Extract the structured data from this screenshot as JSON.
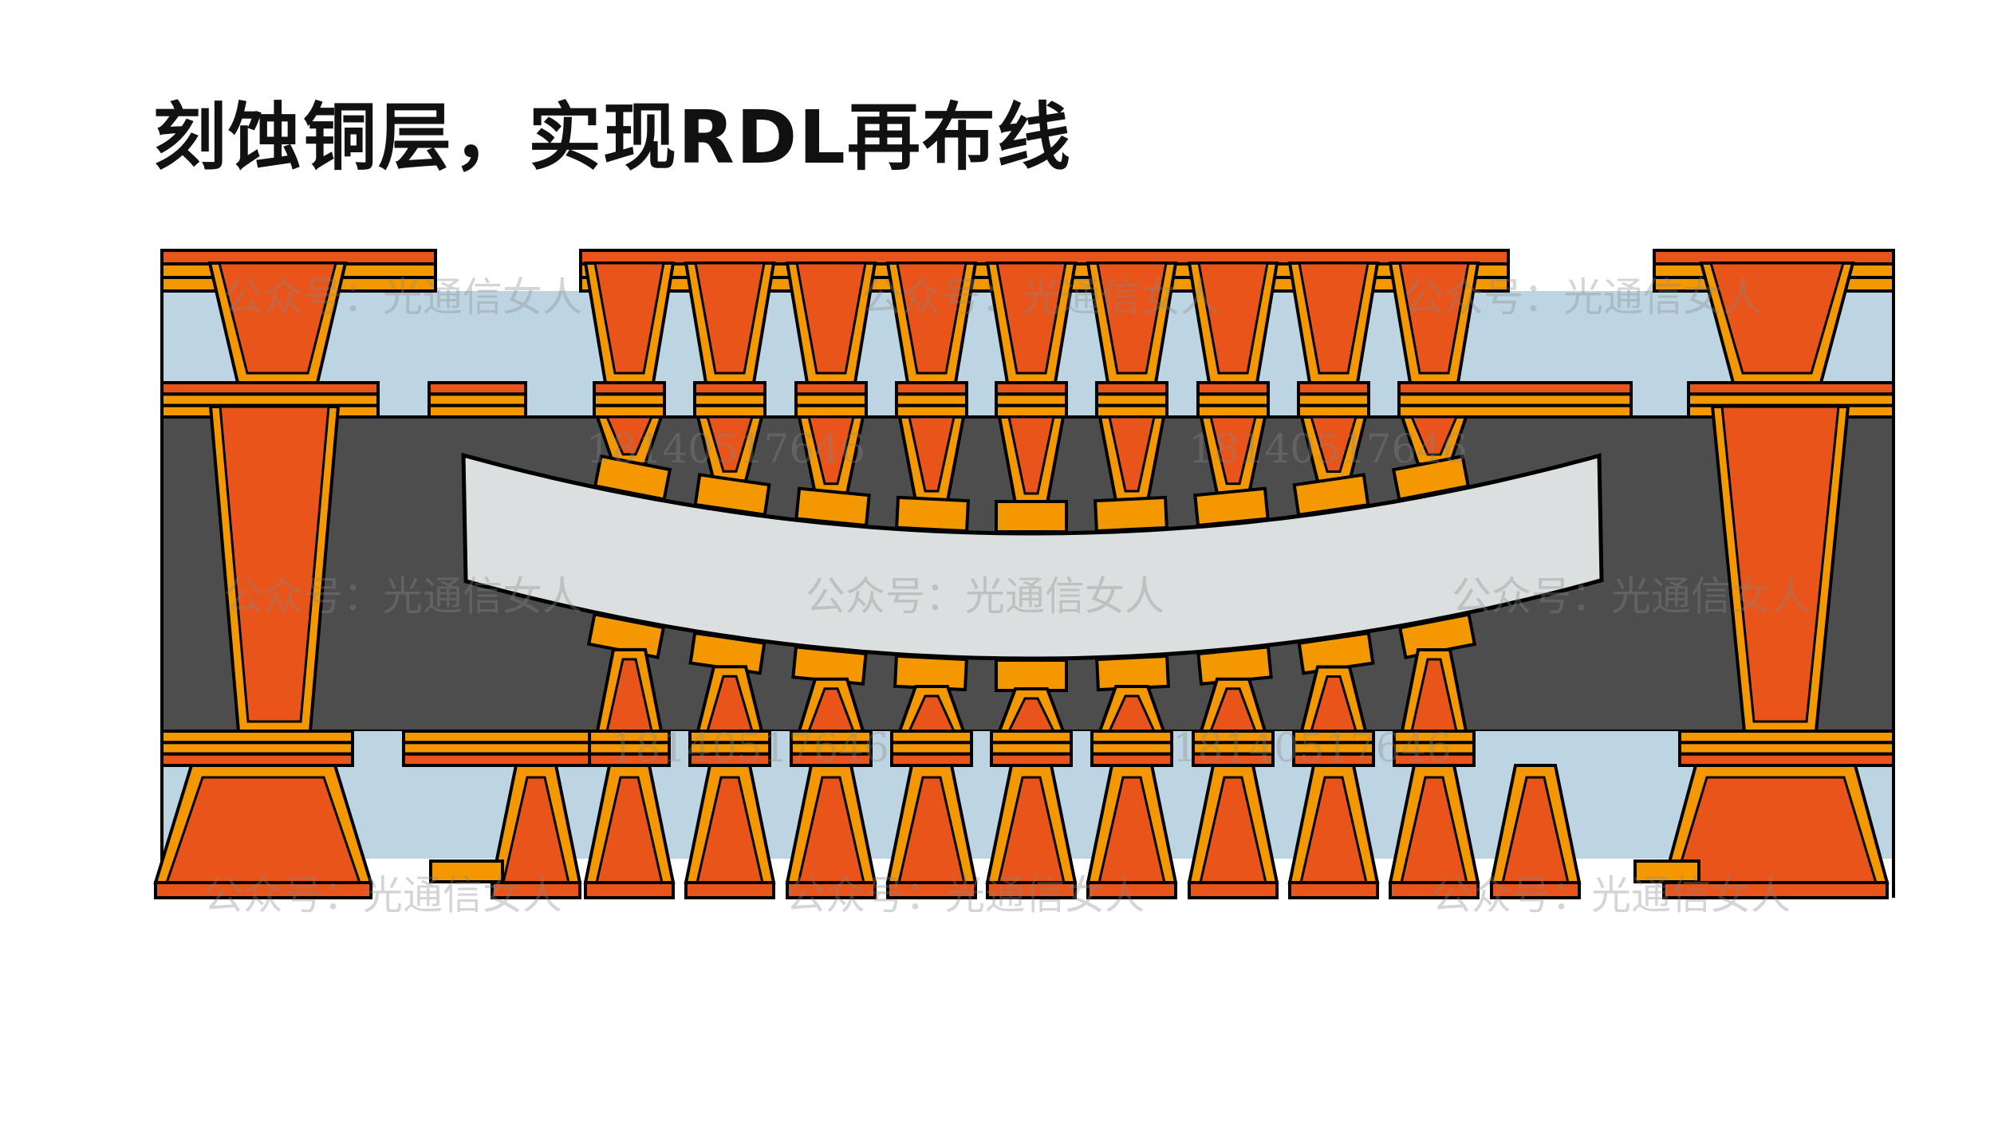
{
  "title": "刻蚀铜层，实现RDL再布线",
  "watermarks": {
    "account": "公众号：光通信女人",
    "phone": "18140517646"
  },
  "colors": {
    "copper": "#e8541a",
    "seed_layer": "#f39800",
    "dielectric": "#bdd5e2",
    "core": "#4d4d4d",
    "die": "#dcdfdf",
    "outline": "#000000"
  }
}
